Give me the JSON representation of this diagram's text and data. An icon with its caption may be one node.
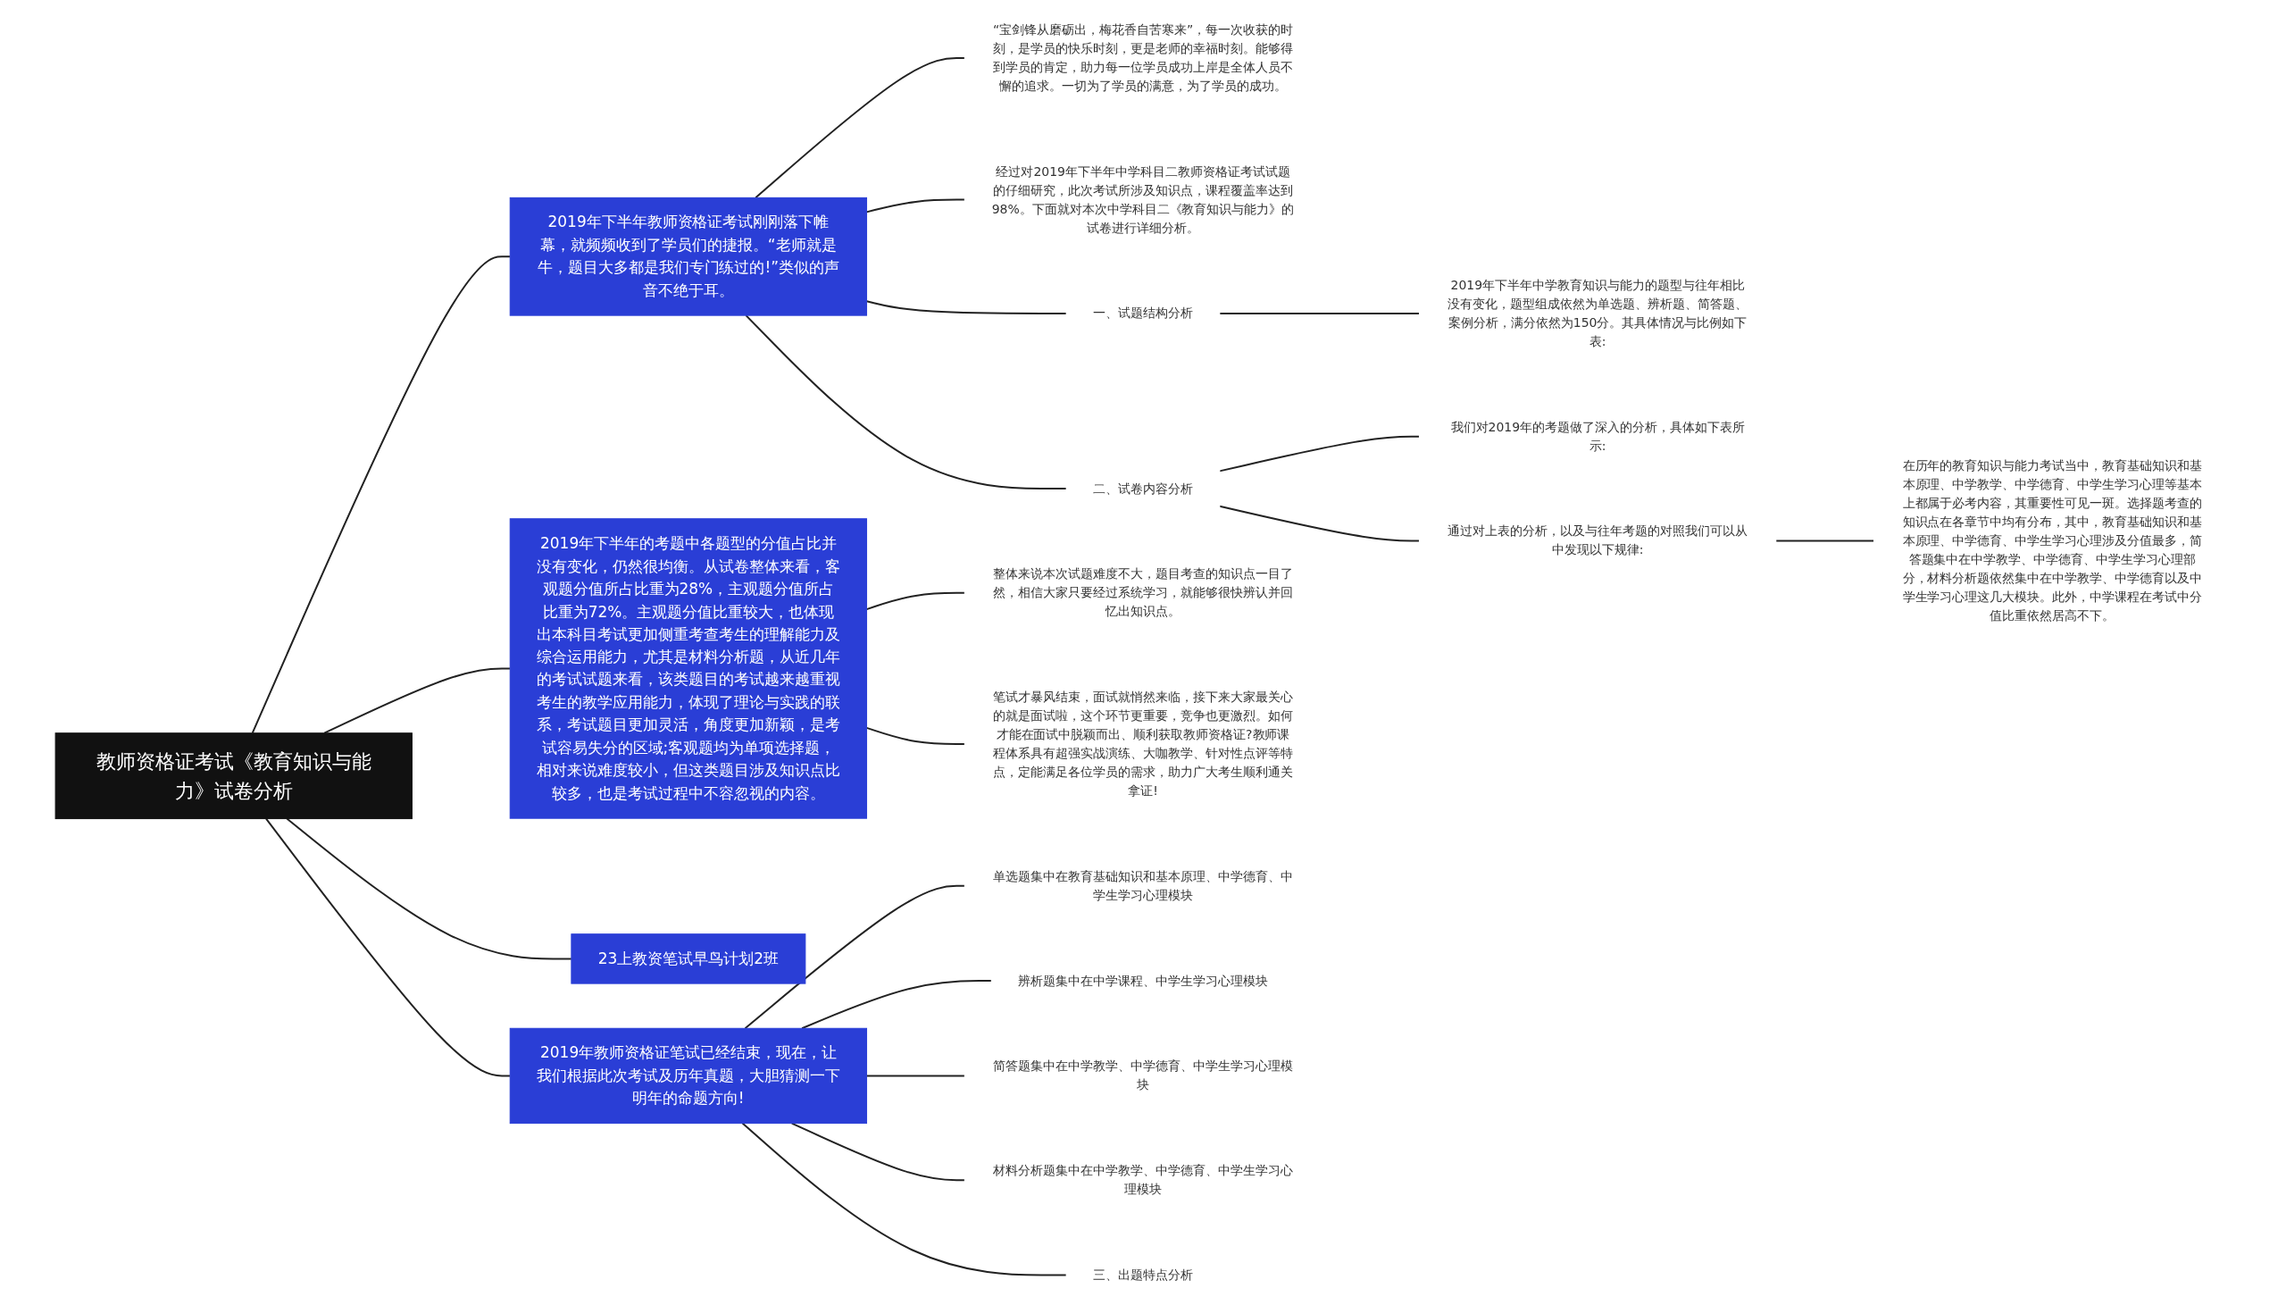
{
  "diagram": {
    "nodes": [
      {
        "text": [
          "教师资格证考试《教育知识与能力》试卷分析"
        ]
      },
      {
        "text": [
          "2019年下半年教师资格证考试刚刚落下帷幕，就频频收到了学员们的捷报。“老师就是牛，题目大多都是我们专门练过的!”类似的声音不绝于耳。"
        ]
      },
      {
        "text": [
          "“宝剑锋从磨砺出，梅花香自苦寒来”，每一次收获的时刻，是学员的快乐时刻，更是老师的幸福时刻。能够得到学员的肯定，助力每一位学员成功上岸是全体人员不懈的追求。一切为了学员的满意，为了学员的成功。"
        ]
      },
      {
        "text": [
          "经过对2019年下半年中学科目二教师资格证考试试题的仔细研究，此次考试所涉及知识点，课程覆盖率达到98%。下面就对本次中学科目二《教育知识与能力》的试卷进行详细分析。"
        ]
      },
      {
        "text": [
          "一、试题结构分析"
        ]
      },
      {
        "text": [
          "2019年下半年中学教育知识与能力的题型与往年相比没有变化，题型组成依然为单选题、辨析题、简答题、案例分析，满分依然为150分。其具体情况与比例如下表:"
        ]
      },
      {
        "text": [
          "二、试卷内容分析"
        ]
      },
      {
        "text": [
          "我们对2019年的考题做了深入的分析，具体如下表所示:"
        ]
      },
      {
        "text": [
          "通过对上表的分析，以及与往年考题的对照我们可以从中发现以下规律:"
        ]
      },
      {
        "text": [
          "在历年的教育知识与能力考试当中，教育基础知识和基本原理、中学教学、中学德育、中学生学习心理等基本上都属于必考内容，其重要性可见一斑。选择题考查的知识点在各章节中均有分布，其中，教育基础知识和基本原理、中学德育、中学生学习心理涉及分值最多，简答题集中在中学教学、中学德育、中学生学习心理部分，材料分析题依然集中在中学教学、中学德育以及中学生学习心理这几大模块。此外，中学课程在考试中分值比重依然居高不下。"
        ]
      },
      {
        "text": [
          "2019年下半年的考题中各题型的分值占比并没有变化，仍然很均衡。从试卷整体来看，客观题分值所占比重为28%，主观题分值所占比重为72%。主观题分值比重较大，也体现出本科目考试更加侧重考查考生的理解能力及综合运用能力，尤其是材料分析题，从近几年的考试试题来看，该类题目的考试越来越重视考生的教学应用能力，体现了理论与实践的联系，考试题目更加灵活，角度更加新颖，是考试容易失分的区域;客观题均为单项选择题，相对来说难度较小，但这类题目涉及知识点比较多，也是考试过程中不容忽视的内容。"
        ]
      },
      {
        "text": [
          "整体来说本次试题难度不大，题目考查的知识点一目了然，相信大家只要经过系统学习，就能够很快辨认并回忆出知识点。"
        ]
      },
      {
        "text": [
          "笔试才暴风结束，面试就悄然来临，接下来大家最关心的就是面试啦，这个环节更重要，竞争也更激烈。如何才能在面试中脱颖而出、顺利获取教师资格证?教师课程体系具有超强实战演练、大咖教学、针对性点评等特点，定能满足各位学员的需求，助力广大考生顺利通关拿证!"
        ]
      },
      {
        "text": [
          "23上教资笔试早鸟计划2班"
        ]
      },
      {
        "text": [
          "2019年教师资格证笔试已经结束，现在，让我们根据此次考试及历年真题，大胆猜测一下明年的命题方向!"
        ]
      },
      {
        "text": [
          "单选题集中在教育基础知识和基本原理、中学德育、中学生学习心理模块"
        ]
      },
      {
        "text": [
          "辨析题集中在中学课程、中学生学习心理模块"
        ]
      },
      {
        "text": [
          "简答题集中在中学教学、中学德育、中学生学习心理模块"
        ]
      },
      {
        "text": [
          "材料分析题集中在中学教学、中学德育、中学生学习心理模块"
        ]
      },
      {
        "text": [
          "三、出题特点分析"
        ]
      }
    ],
    "edges": [
      {
        "from": 0,
        "to": 1,
        "arrow": "none"
      },
      {
        "from": 1,
        "to": 2,
        "arrow": "none"
      },
      {
        "from": 1,
        "to": 3,
        "arrow": "none"
      },
      {
        "from": 1,
        "to": 4,
        "arrow": "none"
      },
      {
        "from": 4,
        "to": 5,
        "arrow": "none"
      },
      {
        "from": 1,
        "to": 6,
        "arrow": "none"
      },
      {
        "from": 6,
        "to": 7,
        "arrow": "none"
      },
      {
        "from": 6,
        "to": 8,
        "arrow": "none"
      },
      {
        "from": 8,
        "to": 9,
        "arrow": "none"
      },
      {
        "from": 0,
        "to": 10,
        "arrow": "none"
      },
      {
        "from": 10,
        "to": 11,
        "arrow": "none"
      },
      {
        "from": 10,
        "to": 12,
        "arrow": "none"
      },
      {
        "from": 0,
        "to": 13,
        "arrow": "none"
      },
      {
        "from": 0,
        "to": 14,
        "arrow": "none"
      },
      {
        "from": 14,
        "to": 15,
        "arrow": "none"
      },
      {
        "from": 14,
        "to": 16,
        "arrow": "none"
      },
      {
        "from": 14,
        "to": 17,
        "arrow": "none"
      },
      {
        "from": 14,
        "to": 18,
        "arrow": "none"
      },
      {
        "from": 14,
        "to": 19,
        "arrow": "none"
      }
    ]
  }
}
